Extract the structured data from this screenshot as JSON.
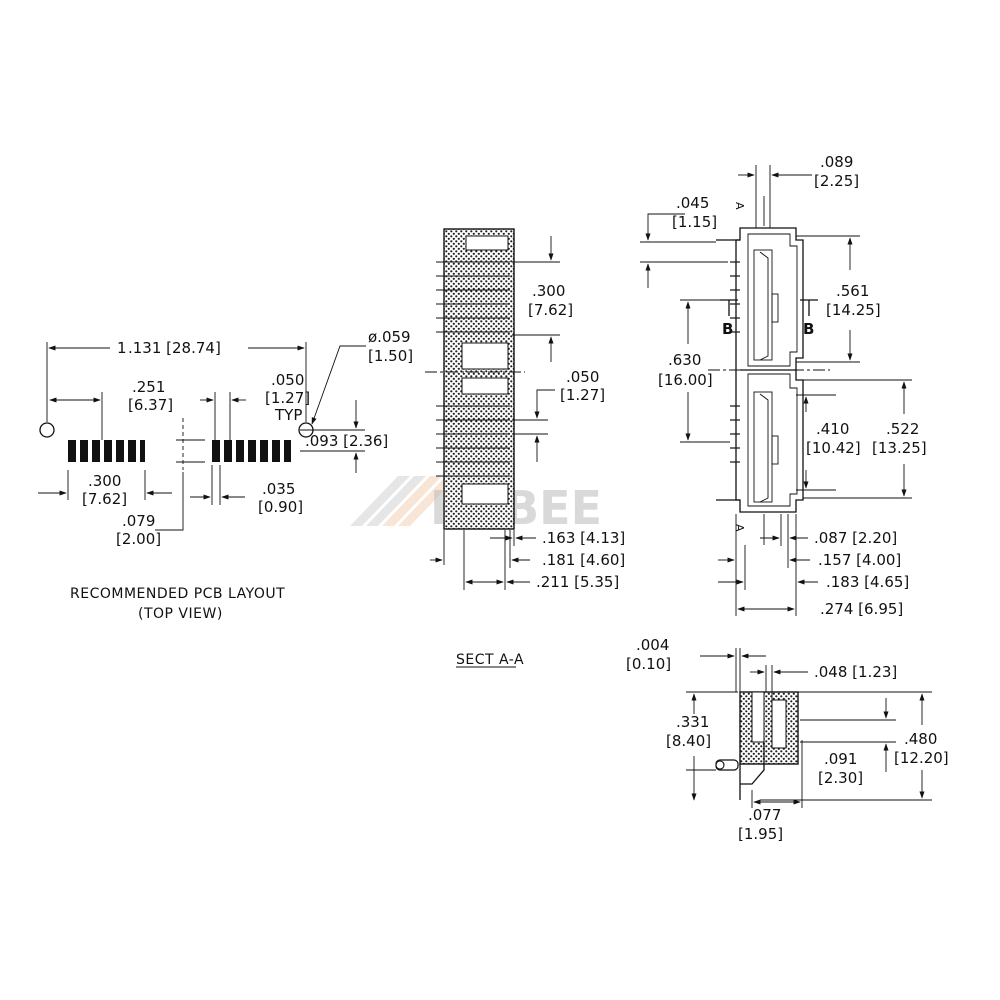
{
  "pcb_layout": {
    "overall": ".131 [28.74]",
    "overall_prefix": "1",
    "pitch_a": ".251",
    "pitch_a_mm": "[6.37]",
    "pad_pitch": ".050",
    "pad_pitch_mm": "[1.27]",
    "pad_pitch_note": "TYP",
    "hole_dia": "ø.059",
    "hole_dia_mm": "[1.50]",
    "row_offset": ".093 [2.36]",
    "row_span": ".300",
    "row_span_mm": "[7.62]",
    "gap": ".079",
    "gap_mm": "[2.00]",
    "pad_width": ".035",
    "pad_width_mm": "[0.90]",
    "caption_line1": "RECOMMENDED PCB LAYOUT",
    "caption_line2": "(TOP VIEW)"
  },
  "section_aa": {
    "pitch": ".300",
    "pitch_mm": "[7.62]",
    "small_pitch": ".050",
    "small_pitch_mm": "[1.27]",
    "d1": ".163 [4.13]",
    "d2": ".181 [4.60]",
    "d3": ".211 [5.35]",
    "caption": "SECT A-A"
  },
  "side_view": {
    "top_width": ".089",
    "top_width_mm": "[2.25]",
    "offset": ".045",
    "offset_mm": "[1.15]",
    "upper_height": ".561",
    "upper_height_mm": "[14.25]",
    "mid_height": ".630",
    "mid_height_mm": "[16.00]",
    "lower_inner": ".410",
    "lower_inner_mm": "[10.42]",
    "lower_height": ".522",
    "lower_height_mm": "[13.25]",
    "d1": ".087 [2.20]",
    "d2": ".157 [4.00]",
    "d3": ".183 [4.65]",
    "d4": ".274 [6.95]",
    "section_mark_a": "A",
    "section_mark_b": "B"
  },
  "end_view": {
    "gap": ".004",
    "gap_mm": "[0.10]",
    "wall": ".048 [1.23]",
    "height_a": ".331",
    "height_a_mm": "[8.40]",
    "total_height": ".480",
    "total_height_mm": "[12.20]",
    "inner": ".091",
    "inner_mm": "[2.30]",
    "base": ".077",
    "base_mm": "[1.95]"
  },
  "watermark": "HABEE"
}
